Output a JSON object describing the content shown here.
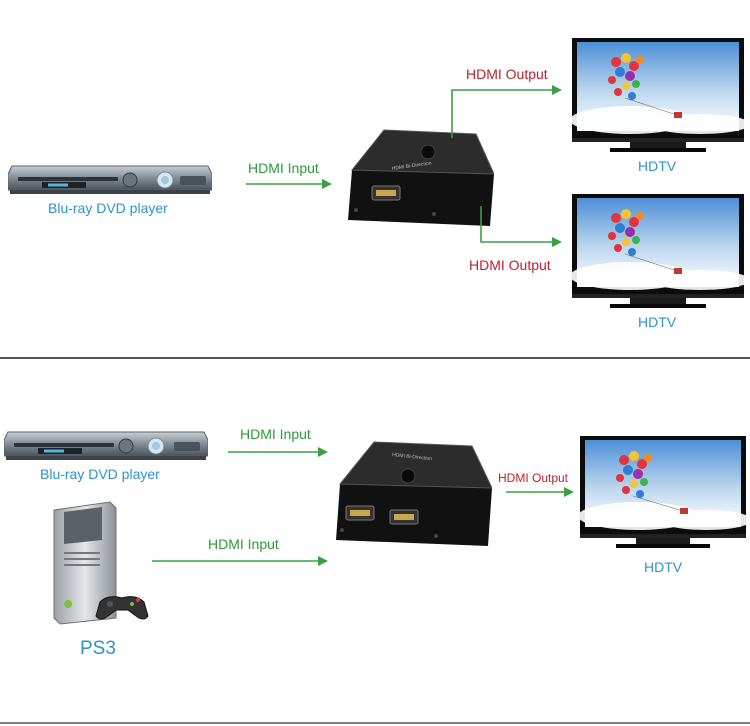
{
  "colors": {
    "input_label": "#2f9a3a",
    "output_label": "#c0202a",
    "device_label": "#2e93c9",
    "input_arrow": "#3aa043",
    "output_arrow": "#3aa043",
    "separator": "#555555"
  },
  "top_panel": {
    "source_label": "Blu-ray DVD player",
    "input_label": "HDMI Input",
    "output_label_1": "HDMI Output",
    "output_label_2": "HDMI Output",
    "tv_label_1": "HDTV",
    "tv_label_2": "HDTV",
    "switch_icon": "hdmi-splitter-icon"
  },
  "bottom_panel": {
    "source_label_1": "Blu-ray DVD player",
    "source_label_2": "PS3",
    "input_label_1": "HDMI Input",
    "input_label_2": "HDMI Input",
    "output_label": "HDMI Output",
    "tv_label": "HDTV",
    "switch_icon": "hdmi-switch-icon"
  }
}
